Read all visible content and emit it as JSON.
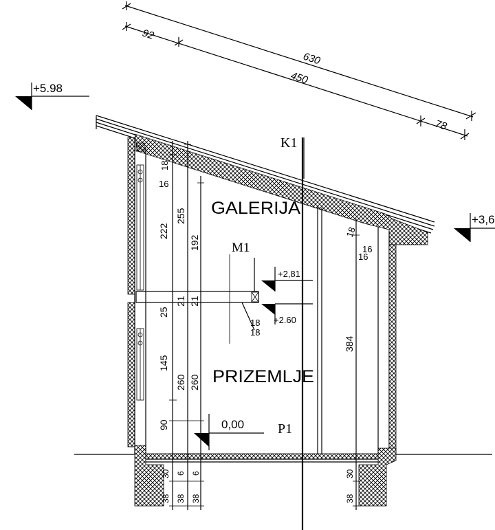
{
  "levels": {
    "top": "+5.98",
    "right": "+3,6",
    "gallery_top": "+2,81",
    "gallery_bottom": "+2.60",
    "ground": "0,00"
  },
  "rooms": {
    "upper": "GALERIJA",
    "lower": "PRIZEMLJE"
  },
  "markers": {
    "k1": "K1",
    "m1": "M1",
    "p1": "P1"
  },
  "dimensions": {
    "roof_total": "630",
    "roof_left_overhang": "92",
    "roof_span": "450",
    "roof_right_overhang": "78",
    "left_roof_thick_a": "18",
    "left_roof_thick_b": "16",
    "right_roof_thick_a": "18",
    "right_roof_thick_b": "16",
    "right_roof_thick_c": "16",
    "gallery_slab_a": "18",
    "gallery_slab_b": "18",
    "upper_window": "222",
    "upper_inner_a": "255",
    "upper_inner_b": "192",
    "mid_a": "25",
    "mid_b": "21",
    "mid_c": "21",
    "lower_window": "145",
    "lower_inner_a": "260",
    "lower_inner_b": "260",
    "sill": "90",
    "right_height": "384",
    "floor_a": "30",
    "floor_b": "6",
    "floor_c": "6",
    "floor_right": "30",
    "found_a": "38",
    "found_b": "38",
    "found_c": "38",
    "found_right": "38"
  }
}
